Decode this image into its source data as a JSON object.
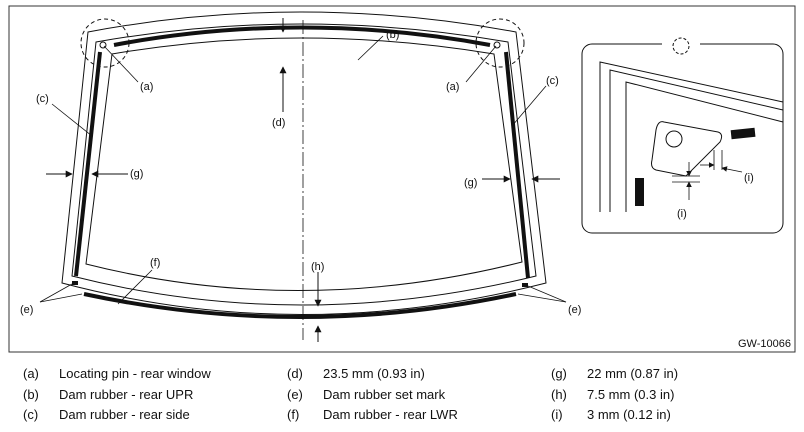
{
  "figure": {
    "code": "GW-10066",
    "callouts": {
      "a": "(a)",
      "b": "(b)",
      "c": "(c)",
      "d": "(d)",
      "e": "(e)",
      "f": "(f)",
      "g": "(g)",
      "h": "(h)",
      "i": "(i)"
    }
  },
  "legend": [
    [
      {
        "key": "(a)",
        "text": "Locating pin - rear window"
      },
      {
        "key": "(d)",
        "text": "23.5 mm (0.93 in)"
      },
      {
        "key": "(g)",
        "text": "22 mm (0.87 in)"
      }
    ],
    [
      {
        "key": "(b)",
        "text": "Dam rubber - rear UPR"
      },
      {
        "key": "(e)",
        "text": "Dam rubber set mark"
      },
      {
        "key": "(h)",
        "text": "7.5 mm (0.3 in)"
      }
    ],
    [
      {
        "key": "(c)",
        "text": "Dam rubber - rear side"
      },
      {
        "key": "(f)",
        "text": "Dam rubber - rear LWR"
      },
      {
        "key": "(i)",
        "text": "3 mm (0.12 in)"
      }
    ]
  ]
}
